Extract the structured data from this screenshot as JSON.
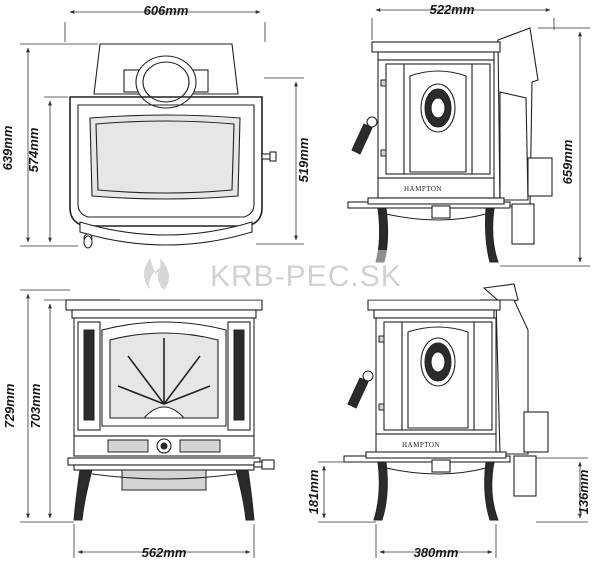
{
  "dimensions": {
    "top_front_width": "606mm",
    "top_front_height_outer": "639mm",
    "top_front_height_inner": "574mm",
    "top_front_height_right": "519mm",
    "top_side_width": "522mm",
    "top_side_height": "659mm",
    "bottom_front_height_outer": "729mm",
    "bottom_front_height_inner": "703mm",
    "bottom_front_width": "562mm",
    "bottom_side_leg_height": "181mm",
    "bottom_side_width": "380mm",
    "bottom_side_right_height": "136mm"
  },
  "brand_label_top": "HAMPTON",
  "brand_label_bottom": "HAMPTON",
  "watermark": "KRB-PEC.SK",
  "colors": {
    "line": "#222222",
    "watermark": "#c9c9c9",
    "background": "#ffffff"
  }
}
